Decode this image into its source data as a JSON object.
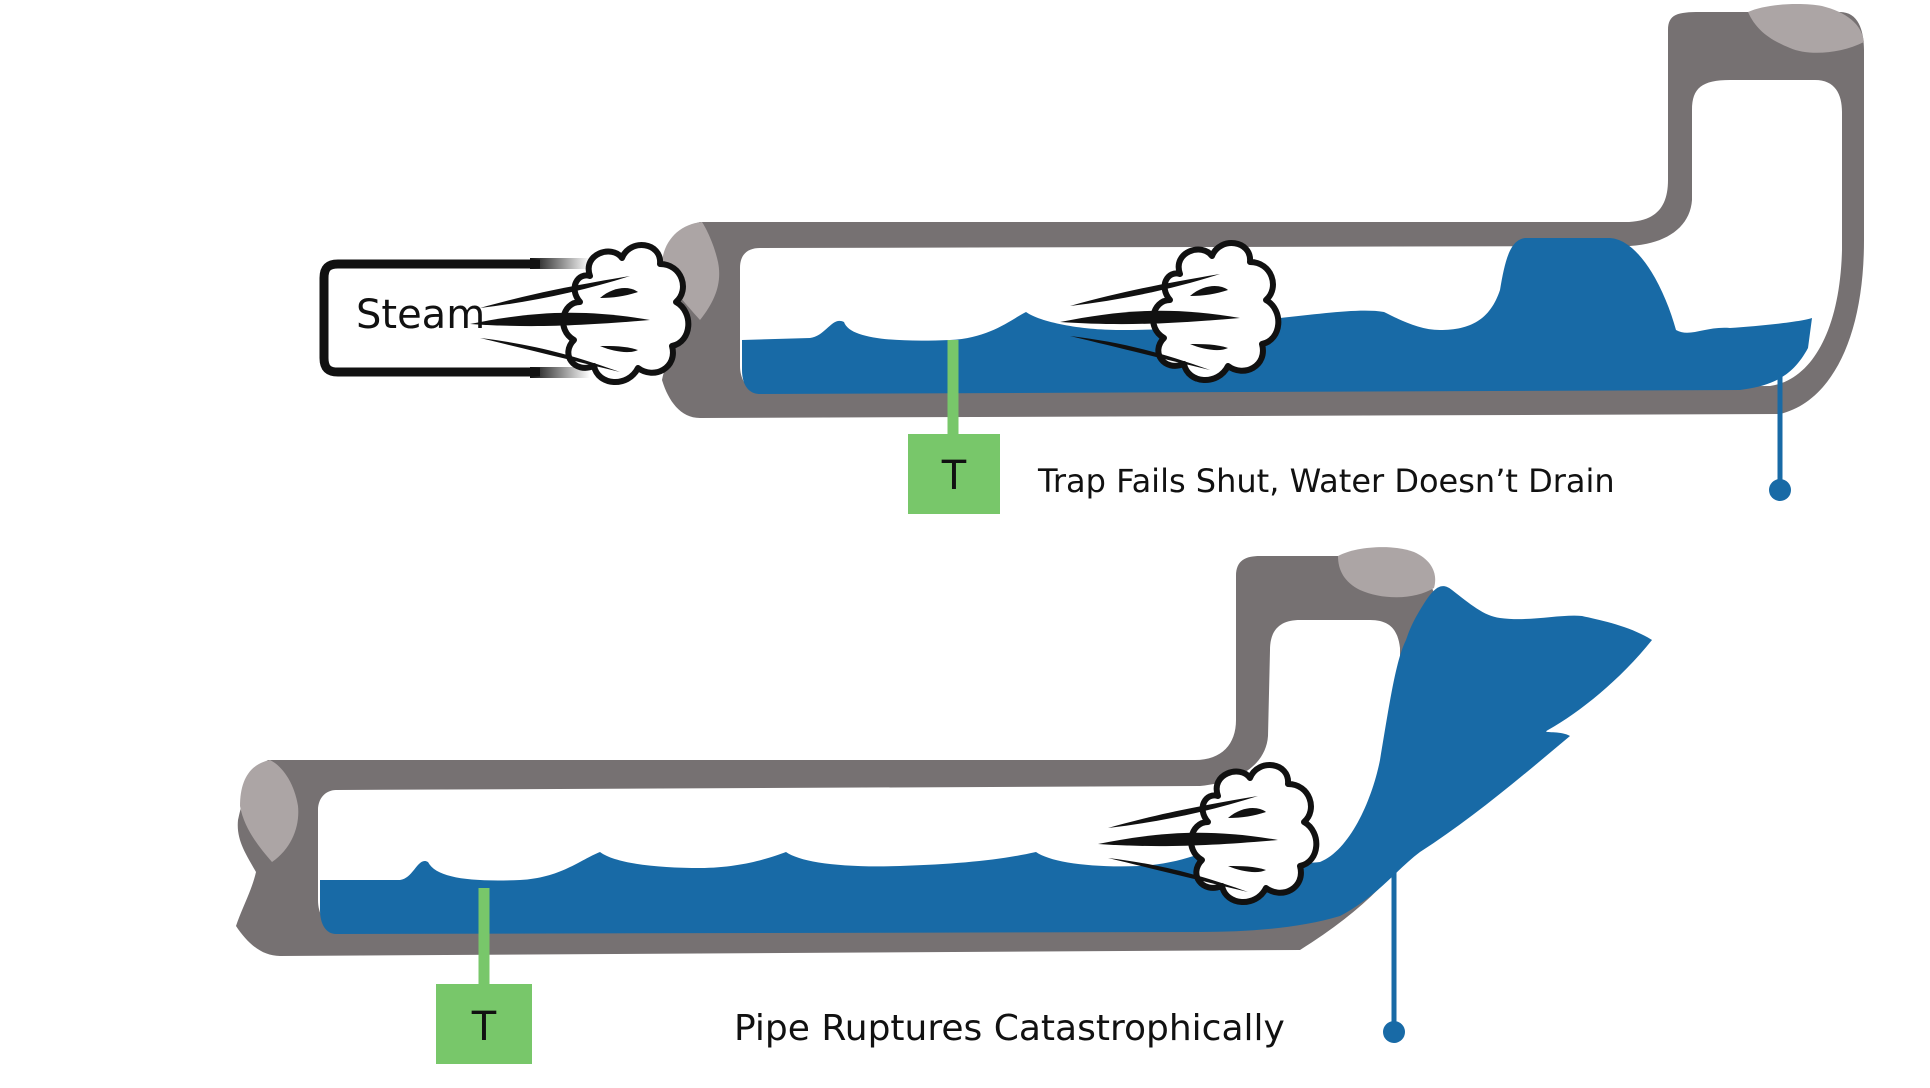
{
  "steam_label": "Steam",
  "top_scenario": {
    "caption": "Trap Fails Shut, Water Doesn’t Drain",
    "trap_label": "T"
  },
  "bottom_scenario": {
    "caption": "Pipe Ruptures Catastrophically",
    "trap_label": "T"
  },
  "colors": {
    "pipe": "#767172",
    "pipe_end": "#aca5a5",
    "water": "#186aa6",
    "trap": "#78c76a",
    "trap_line": "#78c76a",
    "box_border": "#111111",
    "drain_dot": "#186aa6"
  }
}
